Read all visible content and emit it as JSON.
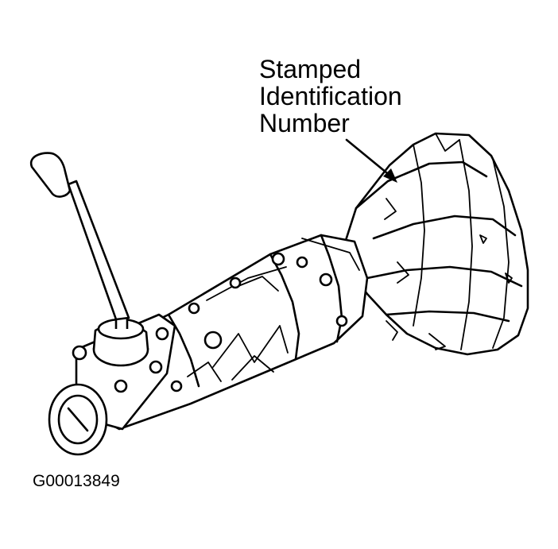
{
  "callout": {
    "lines": [
      "Stamped",
      "Identification",
      "Number"
    ]
  },
  "figure_id": "G00013849",
  "colors": {
    "ink": "#000000",
    "paper": "#ffffff"
  }
}
